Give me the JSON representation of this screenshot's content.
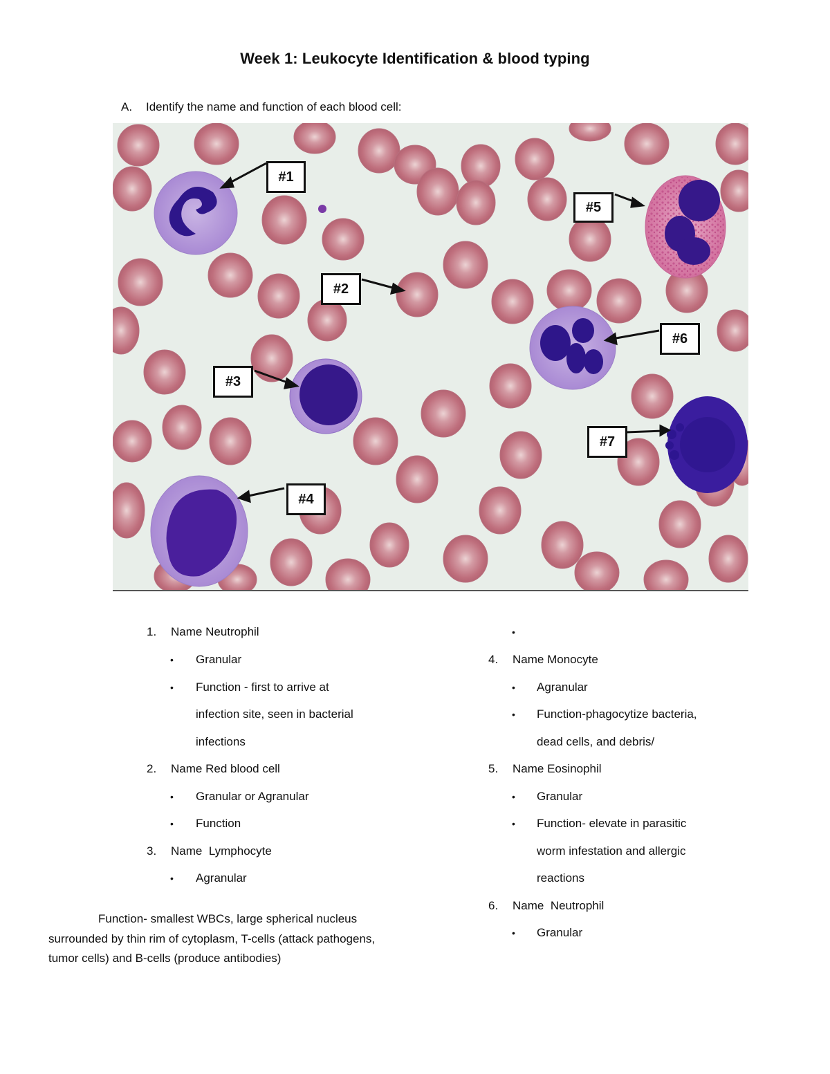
{
  "document": {
    "title": "Week 1: Leukocyte Identification & blood typing",
    "instruction": {
      "marker": "A.",
      "text": "Identify the name and function of each blood cell:"
    }
  },
  "figure": {
    "description": "Blood smear micrograph with labeled leukocytes",
    "colors": {
      "background": "#e9eeea",
      "rbc": "#c0727f",
      "rbc_center": "#e8c6ca",
      "nucleus": "#3b1a8f",
      "cytoplasm": "#b9a3dc",
      "eosinophil_granules": "#d0679a"
    },
    "labels": [
      {
        "id": "#1"
      },
      {
        "id": "#2"
      },
      {
        "id": "#3"
      },
      {
        "id": "#4"
      },
      {
        "id": "#5"
      },
      {
        "id": "#6"
      },
      {
        "id": "#7"
      }
    ]
  },
  "answers": {
    "left": [
      {
        "number": "1.",
        "name_label": "Name",
        "name_value": "Neutrophil",
        "bullets": [
          "Granular",
          "Function - first to arrive at",
          "infection site, seen in bacterial",
          "infections"
        ]
      },
      {
        "number": "2.",
        "name_label": "Name",
        "name_value": "Red blood cell",
        "bullets": [
          "Granular or Agranular",
          "Function"
        ]
      },
      {
        "number": "3.",
        "name_label": "Name",
        "name_value": "Lymphocyte",
        "bullets": [
          "Agranular"
        ]
      }
    ],
    "lymphocyte_function": {
      "line1": "Function- smallest WBCs, large spherical nucleus",
      "line2": "surrounded by thin rim of cytoplasm, T-cells (attack pathogens,",
      "line3": "tumor cells) and B-cells (produce antibodies)"
    },
    "right": [
      {
        "number": "4.",
        "name_label": "Name",
        "name_value": "Monocyte",
        "bullets": [
          "Agranular",
          "Function-phagocytize bacteria,",
          "dead cells, and debris/"
        ]
      },
      {
        "number": "5.",
        "name_label": "Name",
        "name_value": "Eosinophil",
        "bullets": [
          "Granular",
          "Function- elevate in parasitic",
          "worm infestation and allergic",
          "reactions"
        ]
      },
      {
        "number": "6.",
        "name_label": "Name",
        "name_value": "Neutrophil",
        "bullets": [
          "Granular"
        ]
      }
    ],
    "bullet_glyph": "•"
  }
}
